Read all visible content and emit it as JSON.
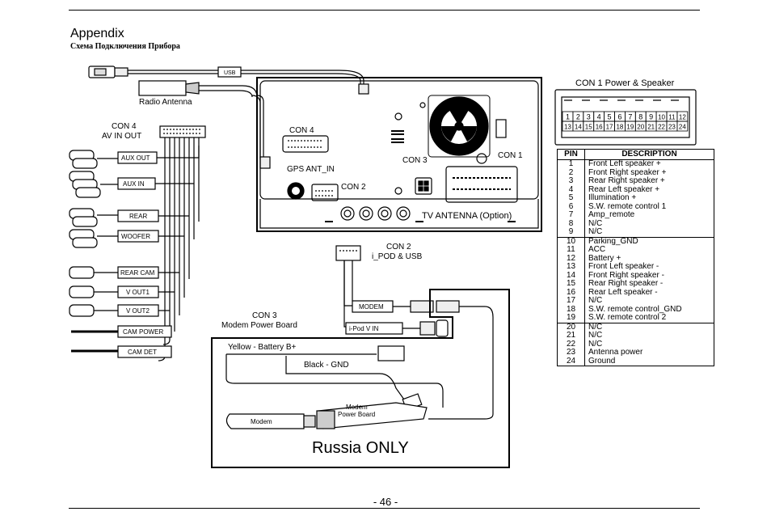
{
  "header": {
    "title": "Appendix",
    "subtitle": "Схема Подключения Прибора"
  },
  "footer": {
    "page_number": "- 46 -"
  },
  "labels": {
    "usb": "USB",
    "radio_antenna": "Radio Antenna",
    "con4_av_line1": "CON 4",
    "con4_av_line2": "AV IN OUT",
    "aux_out": "AUX OUT",
    "aux_in": "AUX IN",
    "rear": "REAR",
    "woofer": "WOOFER",
    "rear_cam": "REAR CAM",
    "v_out1": "V OUT1",
    "v_out2": "V OUT2",
    "cam_power": "CAM POWER",
    "cam_det": "CAM DET",
    "con4_unit": "CON 4",
    "gps_ant_in": "GPS ANT_IN",
    "con2_unit": "CON 2",
    "con3_unit": "CON 3",
    "con1_unit": "CON 1",
    "tv_antenna": "TV ANTENNA (Option)",
    "con2_ipod_line1": "CON 2",
    "con2_ipod_line2": "i_POD & USB",
    "modem_cable": "MODEM",
    "ipod_v_in": "i-Pod V IN",
    "con3_modem_line1": "CON 3",
    "con3_modem_line2": "Modem Power Board",
    "yellow_battery": "Yellow - Battery B+",
    "black_gnd": "Black - GND",
    "modem_power_board_line1": "Modem",
    "modem_power_board_line2": "Power Board",
    "modem_stick": "Modem",
    "russia_only": "Russia ONLY",
    "con1_power_speaker": "CON 1  Power & Speaker"
  },
  "connector_pins": {
    "top_row": [
      "1",
      "2",
      "3",
      "4",
      "5",
      "6",
      "7",
      "8",
      "9",
      "10",
      "11",
      "12"
    ],
    "bottom_row": [
      "13",
      "14",
      "15",
      "16",
      "17",
      "18",
      "19",
      "20",
      "21",
      "22",
      "23",
      "24"
    ]
  },
  "pin_table": {
    "headers": [
      "PIN",
      "DESCRIPTION"
    ],
    "rows": [
      {
        "pin": "1",
        "desc": "Front Left speaker +"
      },
      {
        "pin": "2",
        "desc": "Front Right speaker +"
      },
      {
        "pin": "3",
        "desc": "Rear Right speaker +"
      },
      {
        "pin": "4",
        "desc": "Rear Left speaker +"
      },
      {
        "pin": "5",
        "desc": "Illumination +"
      },
      {
        "pin": "6",
        "desc": "S.W. remote control 1"
      },
      {
        "pin": "7",
        "desc": "Amp_remote"
      },
      {
        "pin": "8",
        "desc": "N/C"
      },
      {
        "pin": "9",
        "desc": "N/C"
      },
      {
        "pin": "10",
        "desc": "Parking_GND"
      },
      {
        "pin": "11",
        "desc": "ACC"
      },
      {
        "pin": "12",
        "desc": "Battery +"
      },
      {
        "pin": "13",
        "desc": "Front Left speaker -"
      },
      {
        "pin": "14",
        "desc": "Front Right speaker -"
      },
      {
        "pin": "15",
        "desc": "Rear Right speaker -"
      },
      {
        "pin": "16",
        "desc": "Rear Left speaker -"
      },
      {
        "pin": "17",
        "desc": "N/C"
      },
      {
        "pin": "18",
        "desc": "S.W. remote control_GND"
      },
      {
        "pin": "19",
        "desc": "S.W. remote control 2"
      },
      {
        "pin": "20",
        "desc": "N/C"
      },
      {
        "pin": "21",
        "desc": "N/C"
      },
      {
        "pin": "22",
        "desc": "N/C"
      },
      {
        "pin": "23",
        "desc": "Antenna power"
      },
      {
        "pin": "24",
        "desc": "Ground"
      }
    ]
  }
}
